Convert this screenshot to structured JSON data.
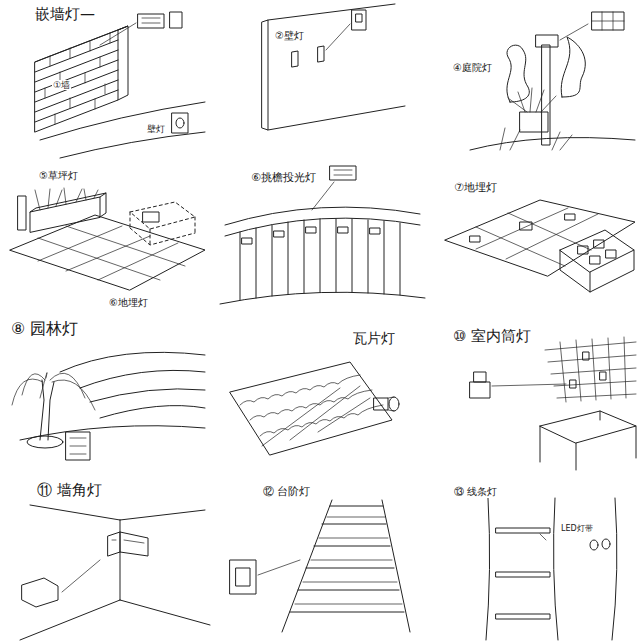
{
  "diagram": {
    "labels": [
      "嵌墙灯—",
      "①墙",
      "壁灯",
      "②壁灯",
      "④庭院灯",
      "⑤草坪灯",
      "⑥地埋灯",
      "⑥挑檐投光灯",
      "⑦地埋灯",
      "⑧ 园林灯",
      "瓦片灯",
      "⑩ 室内筒灯",
      "⑪ 墙角灯",
      "⑫ 台阶灯",
      "⑬ 线条灯",
      "LED灯带"
    ]
  }
}
